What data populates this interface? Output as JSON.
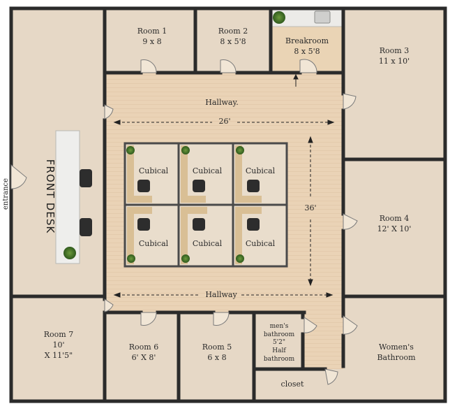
{
  "rooms": {
    "room1": {
      "name": "Room 1",
      "size": "9 x 8"
    },
    "room2": {
      "name": "Room 2",
      "size": "8 x 5'8"
    },
    "breakroom": {
      "name": "Breakroom",
      "size": "8 x 5'8"
    },
    "room3": {
      "name": "Room 3",
      "size": "11 x 10'"
    },
    "room4": {
      "name": "Room 4",
      "size": "12' X 10'"
    },
    "room5": {
      "name": "Room 5",
      "size": "6 x 8"
    },
    "room6": {
      "name": "Room 6",
      "size": "6' X 8'"
    },
    "room7": {
      "name": "Room 7",
      "size_line1": "10'",
      "size_line2": "X 11'5\""
    },
    "mens_bathroom": {
      "line1": "men's",
      "line2": "bathroom",
      "line3": "5'2\"",
      "line4": "Half",
      "line5": "bathroom"
    },
    "womens_bathroom": {
      "line1": "Women's",
      "line2": "Bathroom"
    },
    "closet": {
      "name": "closet"
    }
  },
  "hallway_top": {
    "label": "Hallway.",
    "dimension": "26'"
  },
  "hallway_bottom": {
    "label": "Hallway"
  },
  "cubicle_dimension": "36'",
  "cubicles": [
    "Cubical",
    "Cubical",
    "Cubical",
    "Cubical",
    "Cubical",
    "Cubical"
  ],
  "front_desk": {
    "label": "FRONT DESK"
  },
  "entrance": {
    "label": "entrance"
  },
  "colors": {
    "wall": "#2b2b2b",
    "room_floor": "#e6d8c6",
    "hallway_floor": "#e9d3b8",
    "breakroom_floor": "#ead4b5",
    "counter": "#e8e8e6",
    "plant": "#3f6b2a"
  }
}
